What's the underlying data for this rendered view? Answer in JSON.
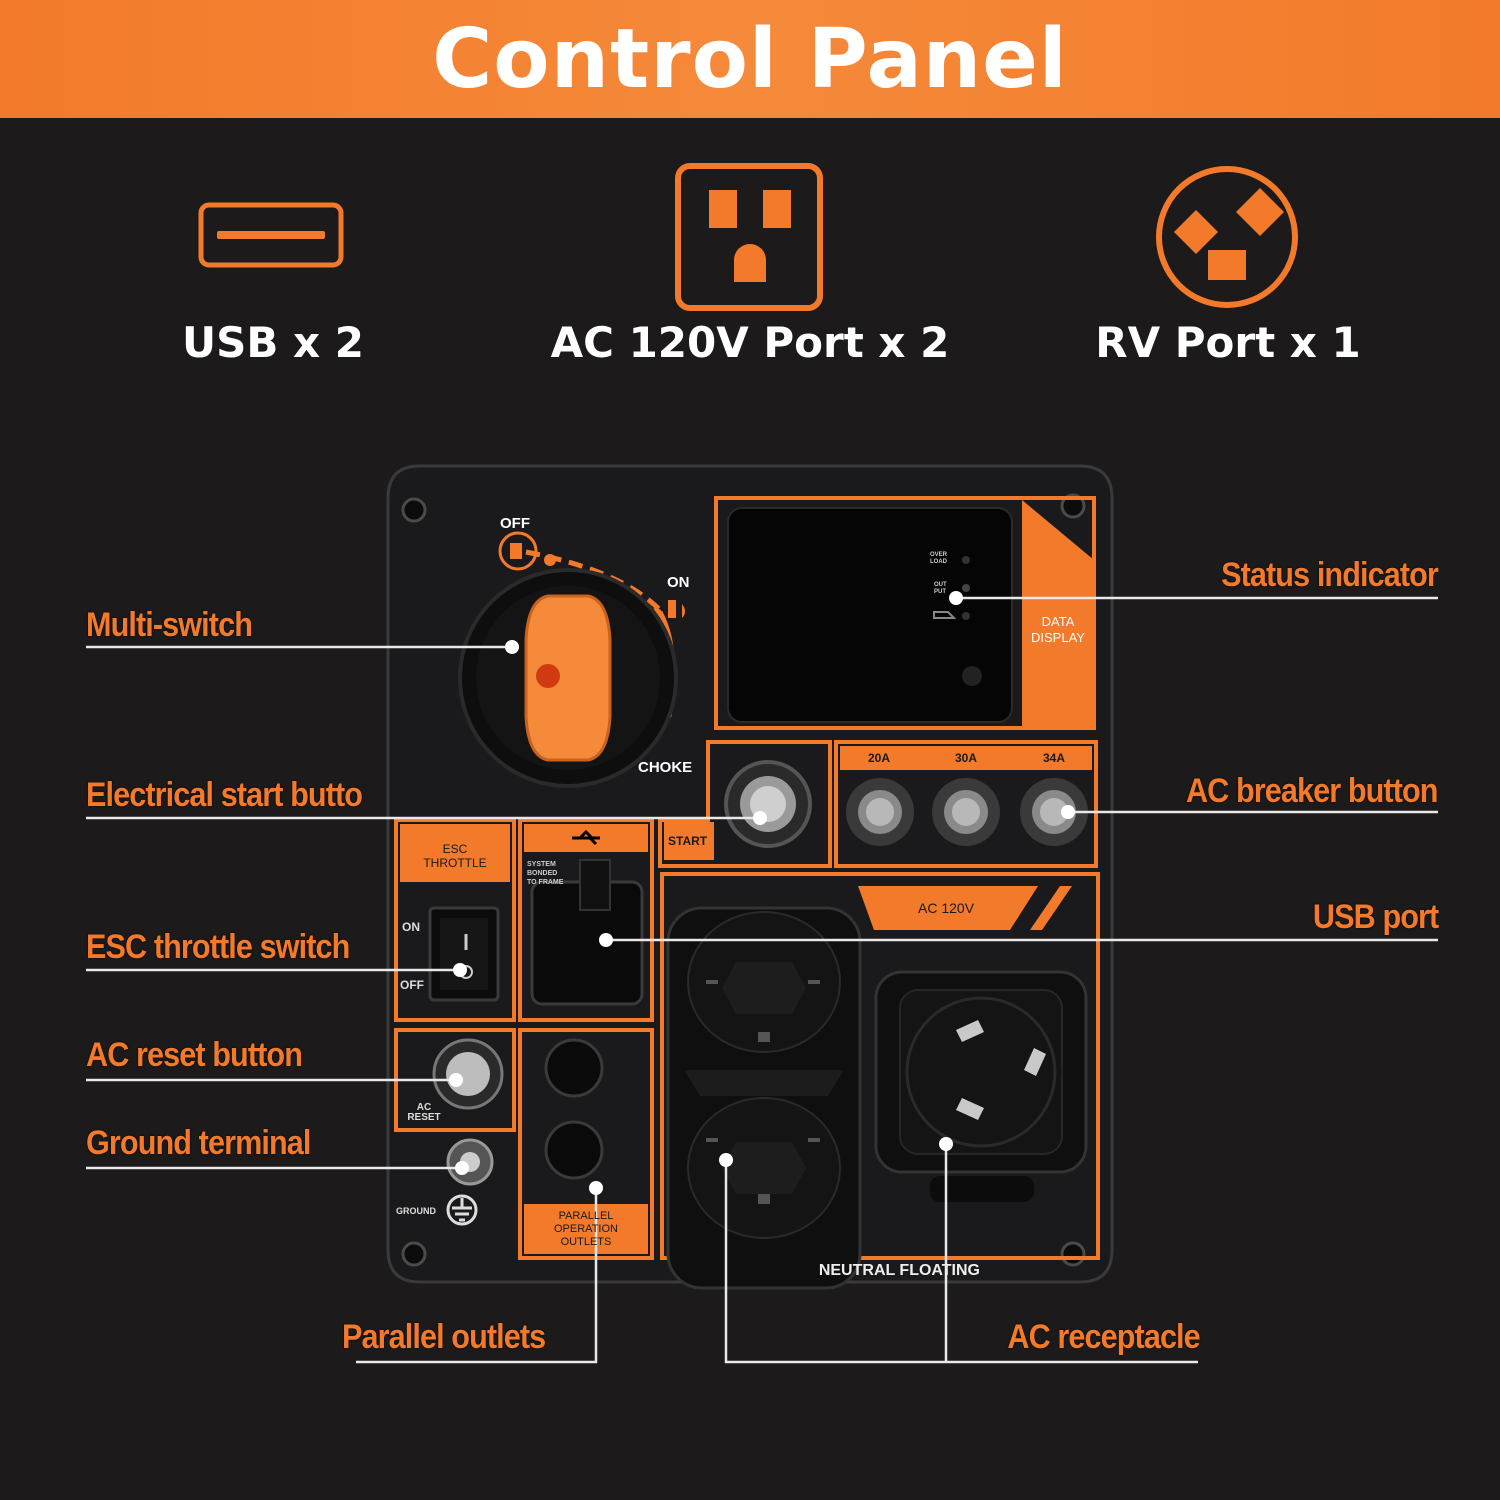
{
  "header": {
    "title": "Control Panel"
  },
  "features": [
    {
      "icon": "usb-port-icon",
      "label": "USB x 2"
    },
    {
      "icon": "ac-outlet-icon",
      "label": "AC 120V Port x 2"
    },
    {
      "icon": "rv-port-icon",
      "label": "RV Port x 1"
    }
  ],
  "callouts": {
    "multi_switch": "Multi-switch",
    "electrical_start": "Electrical start butto",
    "esc_throttle": "ESC throttle switch",
    "ac_reset": "AC reset button",
    "ground_terminal": "Ground terminal",
    "parallel_outlets": "Parallel outlets",
    "status_indicator": "Status indicator",
    "ac_breaker": "AC breaker button",
    "usb_port": "USB port",
    "ac_receptacle": "AC receptacle"
  },
  "panel": {
    "switch_off": "OFF",
    "switch_on": "ON",
    "choke": "CHOKE",
    "indicator_overload": [
      "OVER",
      "LOAD"
    ],
    "indicator_output": [
      "OUT",
      "PUT"
    ],
    "data_display": [
      "DATA",
      "DISPLAY"
    ],
    "start": "START",
    "breakers": [
      "20A",
      "30A",
      "34A"
    ],
    "esc_title": [
      "ESC",
      "THROTTLE"
    ],
    "esc_on": "ON",
    "esc_off": "OFF",
    "system_bonded": [
      "SYSTEM",
      "BONDED",
      "TO FRAME"
    ],
    "ac_reset": [
      "AC",
      "RESET"
    ],
    "ground": "GROUND",
    "parallel": [
      "PARALLEL",
      "OPERATION",
      "OUTLETS"
    ],
    "ac_120v": "AC 120V",
    "neutral": "NEUTRAL FLOATING"
  },
  "colors": {
    "accent": "#f27a2a",
    "background": "#1c1a1a",
    "panel": "#1a1a1c"
  }
}
